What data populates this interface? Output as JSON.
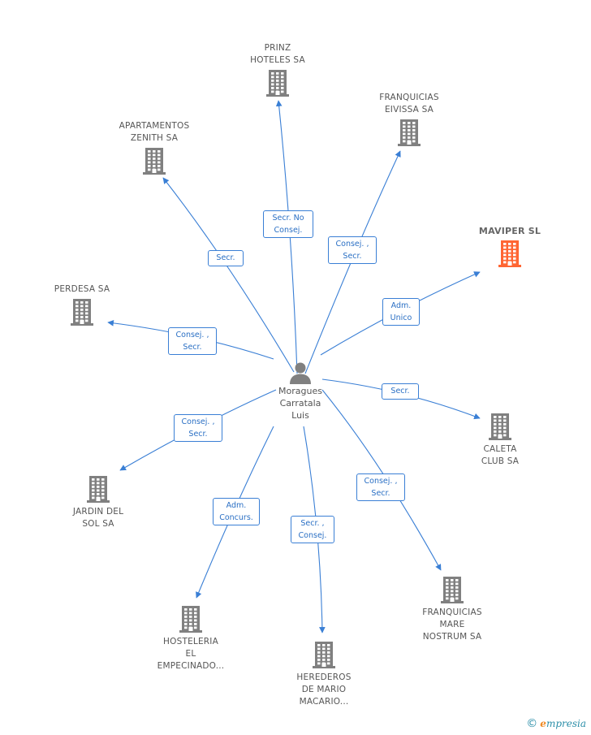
{
  "center": {
    "label": "Moragues\nCarratala\nLuis",
    "icon": "person-icon"
  },
  "nodes": [
    {
      "id": "prinz",
      "label": "PRINZ\nHOTELES SA",
      "icon": "building-icon",
      "color": "#808080"
    },
    {
      "id": "franquicias-eivissa",
      "label": "FRANQUICIAS\nEIVISSA SA",
      "icon": "building-icon",
      "color": "#808080"
    },
    {
      "id": "apartamentos",
      "label": "APARTAMENTOS\nZENITH SA",
      "icon": "building-icon",
      "color": "#808080"
    },
    {
      "id": "maviper",
      "label": "MAVIPER SL",
      "icon": "building-icon",
      "color": "#ff6633"
    },
    {
      "id": "perdesa",
      "label": "PERDESA SA",
      "icon": "building-icon",
      "color": "#808080"
    },
    {
      "id": "caleta",
      "label": "CALETA\nCLUB SA",
      "icon": "building-icon",
      "color": "#808080"
    },
    {
      "id": "jardin",
      "label": "JARDIN DEL\nSOL SA",
      "icon": "building-icon",
      "color": "#808080"
    },
    {
      "id": "franquicias-mare",
      "label": "FRANQUICIAS\nMARE\nNOSTRUM SA",
      "icon": "building-icon",
      "color": "#808080"
    },
    {
      "id": "hosteleria",
      "label": "HOSTELERIA\nEL\nEMPECINADO...",
      "icon": "building-icon",
      "color": "#808080"
    },
    {
      "id": "herederos",
      "label": "HEREDEROS\nDE MARIO\nMACARIO...",
      "icon": "building-icon",
      "color": "#808080"
    }
  ],
  "edges": [
    {
      "to": "prinz",
      "label": "Secr.  No\nConsej."
    },
    {
      "to": "franquicias-eivissa",
      "label": "Consej. ,\nSecr."
    },
    {
      "to": "apartamentos",
      "label": "Secr."
    },
    {
      "to": "maviper",
      "label": "Adm.\nUnico"
    },
    {
      "to": "perdesa",
      "label": "Consej. ,\nSecr."
    },
    {
      "to": "caleta",
      "label": "Secr."
    },
    {
      "to": "jardin",
      "label": "Consej. ,\nSecr."
    },
    {
      "to": "franquicias-mare",
      "label": "Consej. ,\nSecr."
    },
    {
      "to": "hosteleria",
      "label": "Adm.\nConcurs."
    },
    {
      "to": "herederos",
      "label": "Secr. ,\nConsej."
    }
  ],
  "colors": {
    "edge": "#3a7fd5",
    "building": "#808080",
    "focus": "#ff6633"
  },
  "footer": {
    "copyright": "©",
    "brand_first": "e",
    "brand_rest": "mpresia"
  }
}
